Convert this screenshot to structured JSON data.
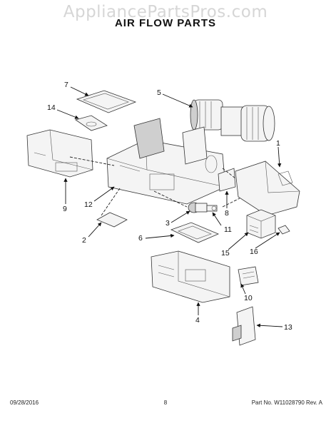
{
  "watermark": "AppliancePartsPros.com",
  "title": "AIR FLOW PARTS",
  "callouts": {
    "c1": "1",
    "c2": "2",
    "c3": "3",
    "c4": "4",
    "c5": "5",
    "c6": "6",
    "c7": "7",
    "c8": "8",
    "c9": "9",
    "c10": "10",
    "c11": "11",
    "c12": "12",
    "c13": "13",
    "c14": "14",
    "c15": "15",
    "c16": "16"
  },
  "footer": {
    "date": "09/28/2016",
    "page": "8",
    "part_no": "Part No.  W11028790  Rev. A"
  }
}
